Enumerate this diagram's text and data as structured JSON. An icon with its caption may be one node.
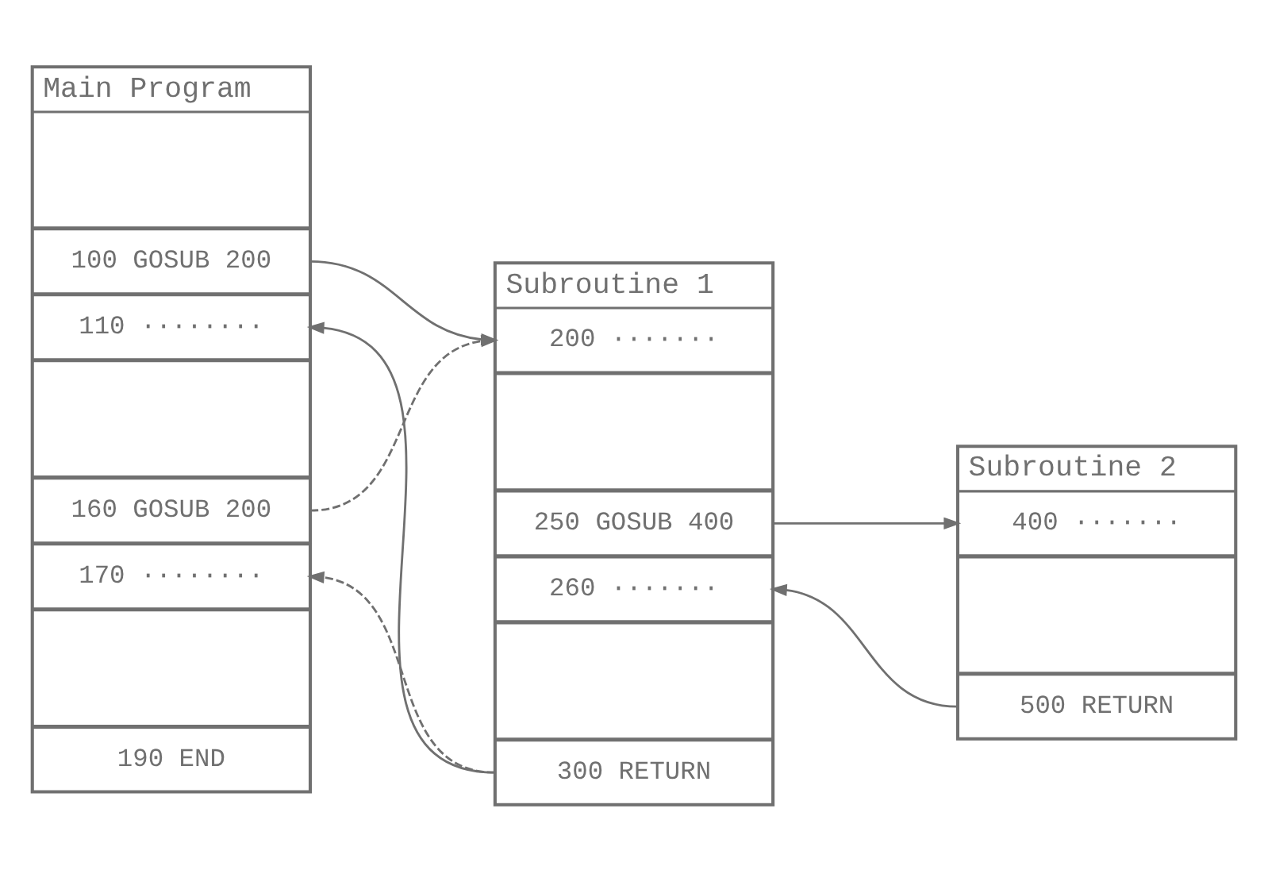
{
  "diagram": {
    "nodes": [
      {
        "text": [
          "Main Program"
        ]
      },
      {
        "text": [],
        "shape": "box",
        "in": 0
      },
      {
        "text": [
          "100 GOSUB 200"
        ],
        "in": 0
      },
      {
        "text": [
          "110 ········"
        ],
        "in": 0
      },
      {
        "text": [],
        "shape": "box",
        "in": 0
      },
      {
        "text": [
          "160 GOSUB 200"
        ],
        "in": 0
      },
      {
        "text": [
          "170 ········"
        ],
        "in": 0
      },
      {
        "text": [],
        "shape": "box",
        "in": 0
      },
      {
        "text": [
          "190 END"
        ],
        "in": 0
      },
      {
        "text": [
          "Subroutine 1"
        ]
      },
      {
        "text": [
          "200 ·······"
        ],
        "in": 9
      },
      {
        "text": [],
        "shape": "box",
        "in": 9
      },
      {
        "text": [
          "250 GOSUB 400"
        ],
        "in": 9
      },
      {
        "text": [
          "260 ·······"
        ],
        "in": 9
      },
      {
        "text": [],
        "shape": "box",
        "in": 9
      },
      {
        "text": [
          "300 RETURN"
        ],
        "in": 9
      },
      {
        "text": [
          "Subroutine 2"
        ]
      },
      {
        "text": [
          "400 ·······"
        ],
        "in": 16
      },
      {
        "text": [],
        "shape": "box",
        "in": 16
      },
      {
        "text": [
          "500 RETURN"
        ],
        "in": 16
      }
    ],
    "edges": [
      {
        "from": 2,
        "to": 10,
        "arrow": "to"
      },
      {
        "from": 5,
        "to": 10,
        "arrow": "to",
        "style": "dashed"
      },
      {
        "from": 15,
        "to": 3,
        "arrow": "to"
      },
      {
        "from": 15,
        "to": 6,
        "arrow": "to",
        "style": "dashed"
      },
      {
        "from": 12,
        "to": 17,
        "arrow": "to"
      },
      {
        "from": 19,
        "to": 13,
        "arrow": "to"
      }
    ]
  }
}
